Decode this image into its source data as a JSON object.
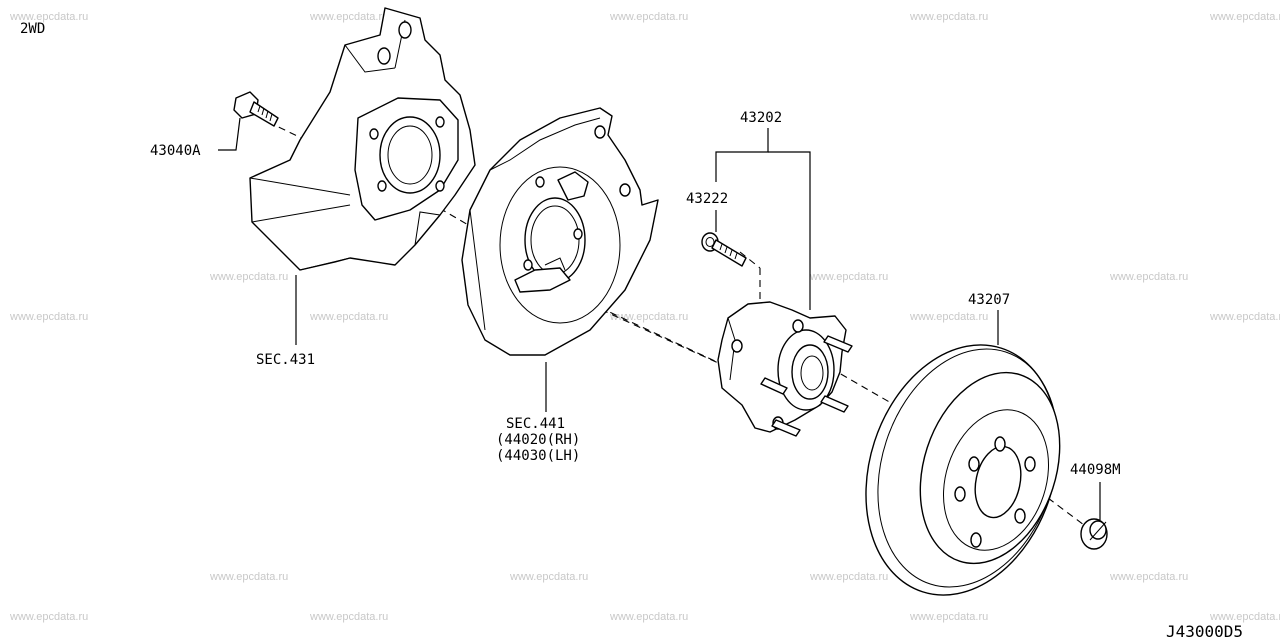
{
  "watermark": "www.epcdata.ru",
  "variant": "2WD",
  "diagram_code": "J43000D5",
  "labels": {
    "bolt": "43040A",
    "knuckle_sec": "SEC.431",
    "plate_sec": "SEC.441",
    "plate_rh": "(44020(RH)",
    "plate_lh": "(44030(LH)",
    "hub_assy": "43202",
    "hub_bolt": "43222",
    "rotor": "43207",
    "cap": "44098M"
  }
}
